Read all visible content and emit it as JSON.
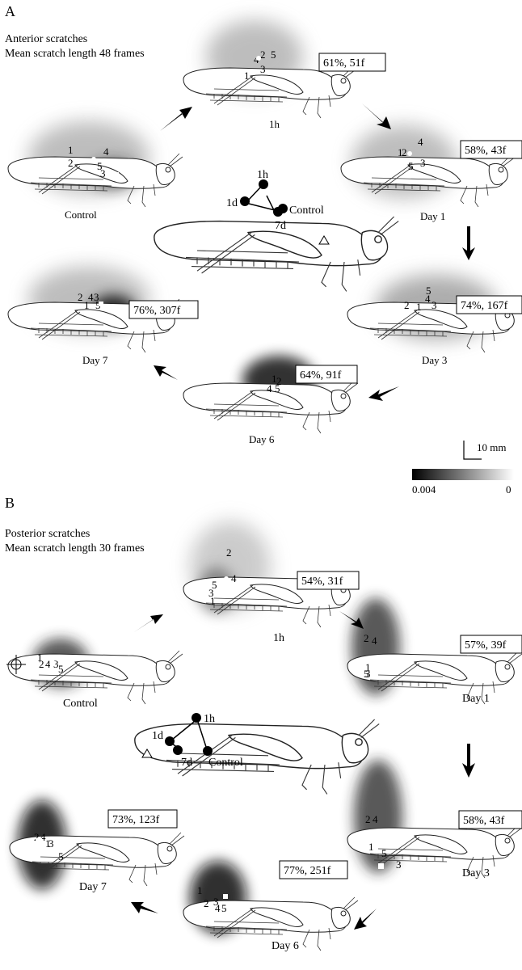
{
  "panel_a": {
    "letter": "A",
    "title_line1": "Anterior scratches",
    "title_line2": "Mean scratch length 48 frames",
    "day_labels": [
      "Control",
      "1h",
      "Day 1",
      "Day 3",
      "Day 6",
      "Day 7"
    ],
    "stats": [
      "61%, 51f",
      "58%, 43f",
      "74%, 167f",
      "64%, 91f",
      "76%, 307f"
    ],
    "center_points": [
      "1h",
      "1d",
      "7d",
      "Control"
    ]
  },
  "panel_b": {
    "letter": "B",
    "title_line1": "Posterior scratches",
    "title_line2": "Mean scratch length 30 frames",
    "day_labels": [
      "Control",
      "1h",
      "Day 1",
      "Day 3",
      "Day 6",
      "Day 7"
    ],
    "stats": [
      "54%, 31f",
      "57%, 39f",
      "58%, 43f",
      "77%, 251f",
      "73%, 123f"
    ],
    "center_points": [
      "1h",
      "1d",
      "7d",
      "Control"
    ]
  },
  "scale_bar": {
    "label": "10 mm"
  },
  "colorbar": {
    "min_label": "0.004",
    "max_label": "0"
  },
  "leg_numbers": [
    "1",
    "2",
    "3",
    "4",
    "5"
  ]
}
